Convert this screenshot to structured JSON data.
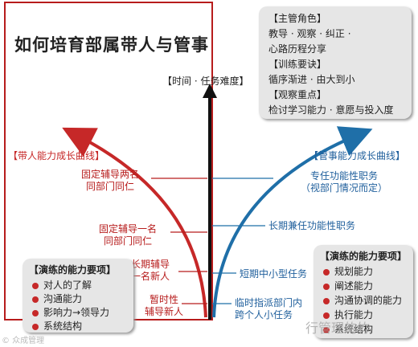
{
  "title": "如何培育部属带人与管事",
  "axis_label": "【时间 · 任务难度】",
  "top_box": {
    "lines": [
      "【主管角色】",
      "教导 · 观察 · 纠正 ·",
      "心路历程分享",
      "【训练要诀】",
      "循序渐进 · 由大到小",
      "【观察重点】",
      "检讨学习能力 · 意愿与投入度"
    ]
  },
  "left_curve": {
    "title": "【带人能力成长曲线】",
    "stages": [
      "固定辅导两名\n同部门同仁",
      "固定辅导一名\n同部门同仁",
      "长期辅导\n一名新人",
      "暂时性\n辅导新人"
    ]
  },
  "right_curve": {
    "title": "【管事能力成长曲线】",
    "stages": [
      "专任功能性职务\n（视部门情况而定）",
      "长期兼任功能性职务",
      "短期中小型任务",
      "临时指派部门内\n跨个人小任务"
    ]
  },
  "left_skills": {
    "title": "【演练的能力要项】",
    "items": [
      "对人的了解",
      "沟通能力",
      "影响力→领导力",
      "系统结构"
    ]
  },
  "right_skills": {
    "title": "【演练的能力要项】",
    "items": [
      "规划能力",
      "阐述能力",
      "沟通协调的能力",
      "执行能力",
      "系统结构"
    ]
  },
  "watermarks": {
    "left": "© 众成管理",
    "right": "行管理的竹"
  },
  "colors": {
    "red": "#c62828",
    "blue": "#1f6fa8",
    "axis": "#111111",
    "frame": "#b71c1c"
  }
}
